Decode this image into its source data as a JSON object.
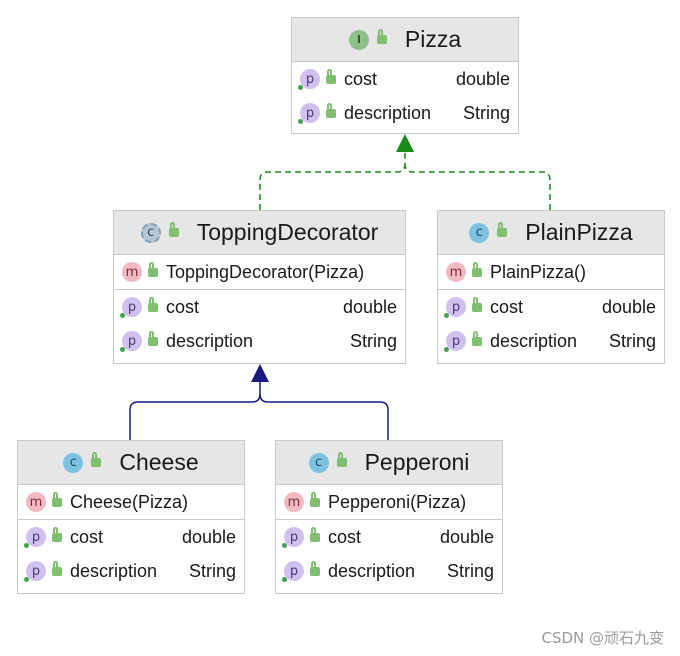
{
  "classes": {
    "pizza": {
      "name": "Pizza",
      "kind_icon": "interface-icon",
      "kind_letter": "I",
      "fields": [
        {
          "name": "cost",
          "type": "double"
        },
        {
          "name": "description",
          "type": "String"
        }
      ]
    },
    "topping_decorator": {
      "name": "ToppingDecorator",
      "kind_icon": "abstract-class-icon",
      "kind_letter": "c",
      "methods": [
        {
          "name": "ToppingDecorator(Pizza)"
        }
      ],
      "fields": [
        {
          "name": "cost",
          "type": "double"
        },
        {
          "name": "description",
          "type": "String"
        }
      ]
    },
    "plain_pizza": {
      "name": "PlainPizza",
      "kind_icon": "class-icon",
      "kind_letter": "c",
      "methods": [
        {
          "name": "PlainPizza()"
        }
      ],
      "fields": [
        {
          "name": "cost",
          "type": "double"
        },
        {
          "name": "description",
          "type": "String"
        }
      ]
    },
    "cheese": {
      "name": "Cheese",
      "kind_icon": "class-icon",
      "kind_letter": "c",
      "methods": [
        {
          "name": "Cheese(Pizza)"
        }
      ],
      "fields": [
        {
          "name": "cost",
          "type": "double"
        },
        {
          "name": "description",
          "type": "String"
        }
      ]
    },
    "pepperoni": {
      "name": "Pepperoni",
      "kind_icon": "class-icon",
      "kind_letter": "c",
      "methods": [
        {
          "name": "Pepperoni(Pizza)"
        }
      ],
      "fields": [
        {
          "name": "cost",
          "type": "double"
        },
        {
          "name": "description",
          "type": "String"
        }
      ]
    }
  },
  "member_icons": {
    "method_letter": "m",
    "property_letter": "p"
  },
  "colors": {
    "realization": "#1a8a1a",
    "inheritance": "#1a1a80"
  },
  "watermark": "CSDN @顽石九变"
}
